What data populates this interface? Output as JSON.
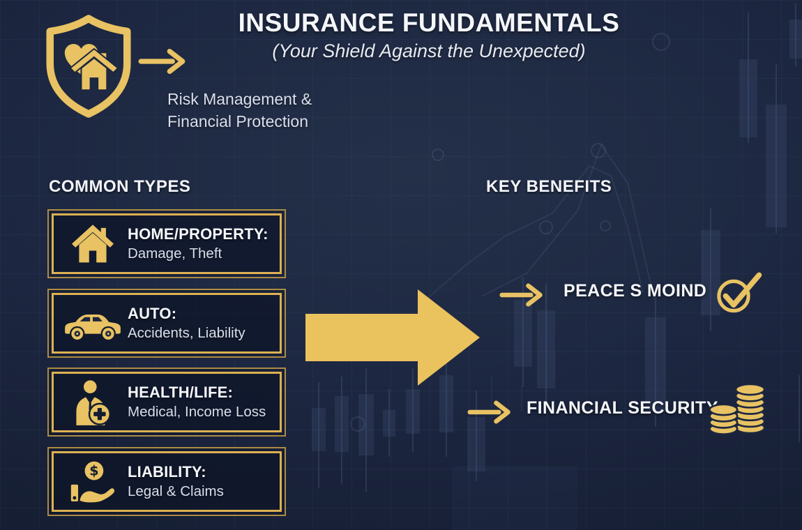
{
  "header": {
    "title": "INSURANCE FUNDAMENTALS",
    "subtitle": "(Your Shield Against the Unexpected)",
    "tagline_line1": "Risk Management &",
    "tagline_line2": "Financial Protection",
    "icon": "shield-heart-home-icon"
  },
  "common_types": {
    "heading": "COMMON TYPES",
    "items": [
      {
        "icon": "house-icon",
        "label": "HOME/PROPERTY:",
        "detail": "Damage, Theft"
      },
      {
        "icon": "car-icon",
        "label": "AUTO:",
        "detail": "Accidents, Liability"
      },
      {
        "icon": "health-person-icon",
        "label": "HEALTH/LIFE:",
        "detail": "Medical, Income Loss"
      },
      {
        "icon": "hand-coin-icon",
        "label": "LIABILITY:",
        "detail": "Legal & Claims"
      }
    ]
  },
  "key_benefits": {
    "heading": "KEY BENEFITS",
    "items": [
      {
        "icon": "check-circle-icon",
        "label": "PEACE S MOIND"
      },
      {
        "icon": "coins-icon",
        "label": "FINANCIAL SECURITY"
      }
    ]
  },
  "theme": {
    "gold": "#e8c263",
    "box_border_gold": "#ddb152",
    "background_navy": "#1c2640",
    "text_white": "#f4f6fa",
    "text_muted": "#d9dfeb"
  }
}
